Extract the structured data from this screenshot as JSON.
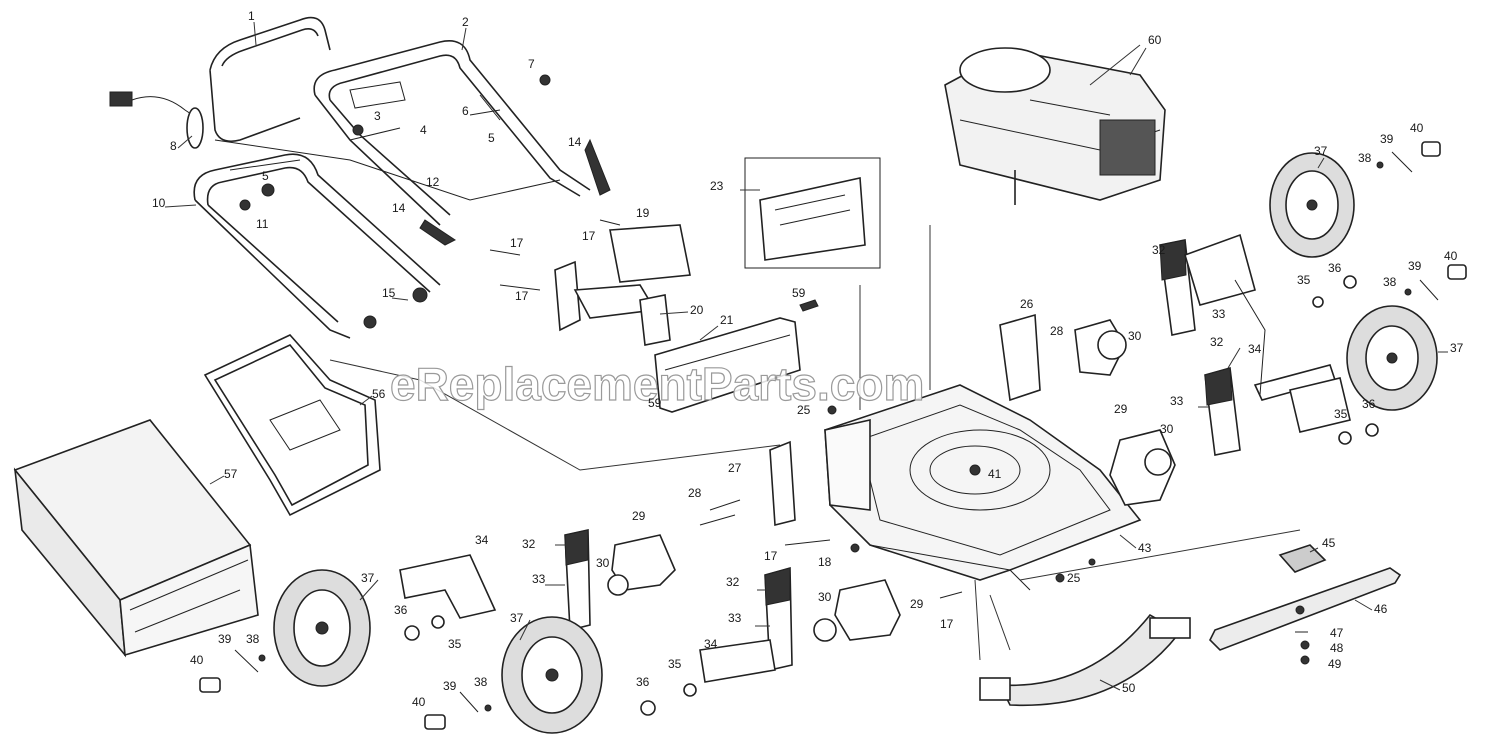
{
  "watermark": "eReplacementParts.com",
  "labels": [
    {
      "id": "1",
      "text": "1"
    },
    {
      "id": "2",
      "text": "2"
    },
    {
      "id": "3",
      "text": "3"
    },
    {
      "id": "4",
      "text": "4"
    },
    {
      "id": "5a",
      "text": "5"
    },
    {
      "id": "5b",
      "text": "5"
    },
    {
      "id": "6",
      "text": "6"
    },
    {
      "id": "7",
      "text": "7"
    },
    {
      "id": "8",
      "text": "8"
    },
    {
      "id": "10",
      "text": "10"
    },
    {
      "id": "11",
      "text": "11"
    },
    {
      "id": "12",
      "text": "12"
    },
    {
      "id": "14a",
      "text": "14"
    },
    {
      "id": "14b",
      "text": "14"
    },
    {
      "id": "15",
      "text": "15"
    },
    {
      "id": "17a",
      "text": "17"
    },
    {
      "id": "17b",
      "text": "17"
    },
    {
      "id": "17c",
      "text": "17"
    },
    {
      "id": "17d",
      "text": "17"
    },
    {
      "id": "17e",
      "text": "17"
    },
    {
      "id": "18",
      "text": "18"
    },
    {
      "id": "19",
      "text": "19"
    },
    {
      "id": "20",
      "text": "20"
    },
    {
      "id": "21",
      "text": "21"
    },
    {
      "id": "23",
      "text": "23"
    },
    {
      "id": "25a",
      "text": "25"
    },
    {
      "id": "25b",
      "text": "25"
    },
    {
      "id": "26",
      "text": "26"
    },
    {
      "id": "27",
      "text": "27"
    },
    {
      "id": "28a",
      "text": "28"
    },
    {
      "id": "28b",
      "text": "28"
    },
    {
      "id": "29a",
      "text": "29"
    },
    {
      "id": "29b",
      "text": "29"
    },
    {
      "id": "29c",
      "text": "29"
    },
    {
      "id": "30a",
      "text": "30"
    },
    {
      "id": "30b",
      "text": "30"
    },
    {
      "id": "30c",
      "text": "30"
    },
    {
      "id": "30d",
      "text": "30"
    },
    {
      "id": "32a",
      "text": "32"
    },
    {
      "id": "32b",
      "text": "32"
    },
    {
      "id": "32c",
      "text": "32"
    },
    {
      "id": "32d",
      "text": "32"
    },
    {
      "id": "33a",
      "text": "33"
    },
    {
      "id": "33b",
      "text": "33"
    },
    {
      "id": "33c",
      "text": "33"
    },
    {
      "id": "33d",
      "text": "33"
    },
    {
      "id": "34a",
      "text": "34"
    },
    {
      "id": "34b",
      "text": "34"
    },
    {
      "id": "34c",
      "text": "34"
    },
    {
      "id": "35a",
      "text": "35"
    },
    {
      "id": "35b",
      "text": "35"
    },
    {
      "id": "35c",
      "text": "35"
    },
    {
      "id": "35d",
      "text": "35"
    },
    {
      "id": "36a",
      "text": "36"
    },
    {
      "id": "36b",
      "text": "36"
    },
    {
      "id": "36c",
      "text": "36"
    },
    {
      "id": "36d",
      "text": "36"
    },
    {
      "id": "37a",
      "text": "37"
    },
    {
      "id": "37b",
      "text": "37"
    },
    {
      "id": "37c",
      "text": "37"
    },
    {
      "id": "37d",
      "text": "37"
    },
    {
      "id": "38a",
      "text": "38"
    },
    {
      "id": "38b",
      "text": "38"
    },
    {
      "id": "38c",
      "text": "38"
    },
    {
      "id": "38d",
      "text": "38"
    },
    {
      "id": "39a",
      "text": "39"
    },
    {
      "id": "39b",
      "text": "39"
    },
    {
      "id": "39c",
      "text": "39"
    },
    {
      "id": "39d",
      "text": "39"
    },
    {
      "id": "40a",
      "text": "40"
    },
    {
      "id": "40b",
      "text": "40"
    },
    {
      "id": "40c",
      "text": "40"
    },
    {
      "id": "40d",
      "text": "40"
    },
    {
      "id": "41",
      "text": "41"
    },
    {
      "id": "43",
      "text": "43"
    },
    {
      "id": "45",
      "text": "45"
    },
    {
      "id": "46",
      "text": "46"
    },
    {
      "id": "47",
      "text": "47"
    },
    {
      "id": "48",
      "text": "48"
    },
    {
      "id": "49",
      "text": "49"
    },
    {
      "id": "50",
      "text": "50"
    },
    {
      "id": "56",
      "text": "56"
    },
    {
      "id": "57",
      "text": "57"
    },
    {
      "id": "59a",
      "text": "59"
    },
    {
      "id": "59b",
      "text": "59"
    },
    {
      "id": "60",
      "text": "60"
    }
  ]
}
